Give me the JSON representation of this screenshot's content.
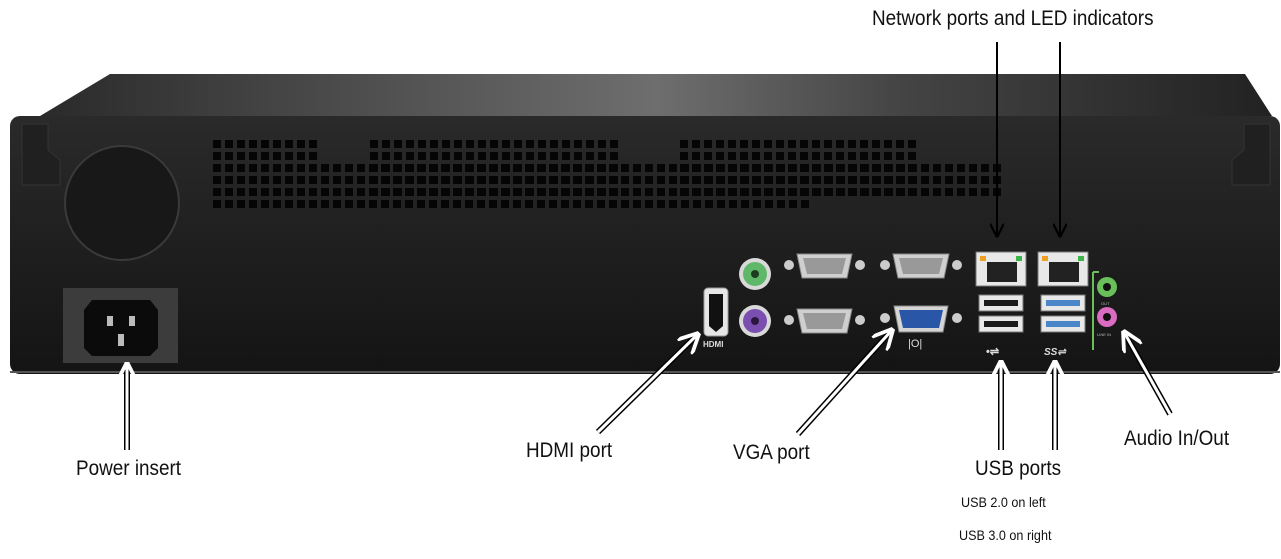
{
  "labels": {
    "network": "Network ports and LED indicators",
    "power": "Power insert",
    "hdmi": "HDMI port",
    "vga": "VGA port",
    "usb": "USB ports",
    "usb_left": "USB 2.0 on left",
    "usb_right": "USB 3.0 on right",
    "audio": "Audio In/Out"
  },
  "port_marks": {
    "hdmi": "HDMI",
    "vga": "|O|",
    "usb2": "•⇌",
    "usb3": "SS⇌",
    "audio_out": "OUT",
    "audio_in": "LINE IN"
  },
  "colors": {
    "chassis": "#1e1e1e",
    "ps2_keyboard": "#7a4fb0",
    "ps2_mouse": "#5fb86a",
    "vga": "#2a56a8",
    "usb3_blue": "#4a86c8",
    "audio_out_green": "#69c05a",
    "audio_in_pink": "#d96bc0",
    "led_green": "#39b54a",
    "led_amber": "#f0a020"
  }
}
